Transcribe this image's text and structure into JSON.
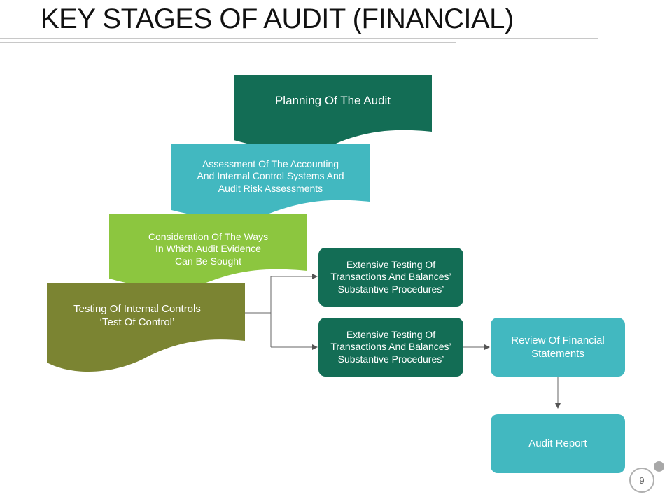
{
  "title": "KEY STAGES OF AUDIT (FINANCIAL)",
  "stages": {
    "planning": "Planning Of The Audit",
    "assessment": [
      "Assessment Of The Accounting",
      "And Internal Control Systems And",
      "Audit Risk Assessments"
    ],
    "consideration": [
      "Consideration Of The Ways",
      "In Which Audit Evidence",
      "Can Be Sought"
    ],
    "testing": [
      "Testing Of Internal Controls",
      "‘Test Of Control’"
    ]
  },
  "boxes": {
    "extensive_top": [
      "Extensive Testing Of",
      "Transactions And Balances’",
      "Substantive Procedures’"
    ],
    "extensive_bottom": [
      "Extensive Testing Of",
      "Transactions And Balances’",
      "Substantive Procedures’"
    ],
    "review": [
      "Review Of Financial",
      "Statements"
    ],
    "report": "Audit Report"
  },
  "page_number": "9",
  "colors": {
    "planning": "#136d55",
    "assessment": "#42b8c0",
    "consideration": "#8cc63f",
    "testing": "#7b8432",
    "dark_box": "#136d55",
    "teal_box": "#42b8c0"
  }
}
